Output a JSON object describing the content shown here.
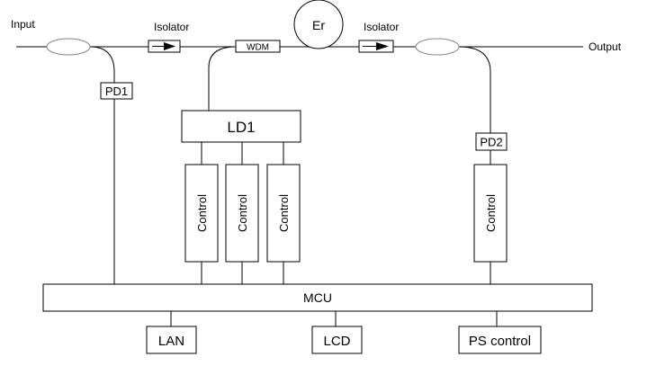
{
  "labels": {
    "input": "Input",
    "output": "Output",
    "isolator_left": "Isolator",
    "isolator_right": "Isolator",
    "er": "Er",
    "wdm": "WDM",
    "pd1": "PD1",
    "pd2": "PD2",
    "ld1": "LD1",
    "control_1": "Control",
    "control_2": "Control",
    "control_3": "Control",
    "control_4": "Control",
    "mcu": "MCU",
    "lan": "LAN",
    "lcd": "LCD",
    "ps_control": "PS control"
  }
}
